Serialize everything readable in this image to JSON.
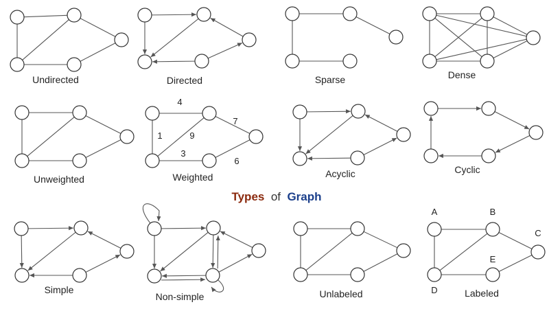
{
  "title": {
    "part1": "Types",
    "part2": "of",
    "part3": "Graph",
    "colors": {
      "part1": "#8b2a0e",
      "part2": "#333333",
      "part3": "#1b3f8b"
    }
  },
  "panels": {
    "undirected": {
      "caption": "Undirected"
    },
    "directed": {
      "caption": "Directed"
    },
    "sparse": {
      "caption": "Sparse"
    },
    "dense": {
      "caption": "Dense"
    },
    "unweighted": {
      "caption": "Unweighted"
    },
    "weighted": {
      "caption": "Weighted",
      "weights": [
        "4",
        "7",
        "1",
        "9",
        "3",
        "6"
      ]
    },
    "acyclic": {
      "caption": "Acyclic"
    },
    "cyclic": {
      "caption": "Cyclic"
    },
    "simple": {
      "caption": "Simple"
    },
    "nonsimple": {
      "caption": "Non-simple"
    },
    "unlabeled": {
      "caption": "Unlabeled"
    },
    "labeled": {
      "caption": "Labeled",
      "node_labels": [
        "A",
        "B",
        "C",
        "D",
        "E"
      ]
    }
  }
}
